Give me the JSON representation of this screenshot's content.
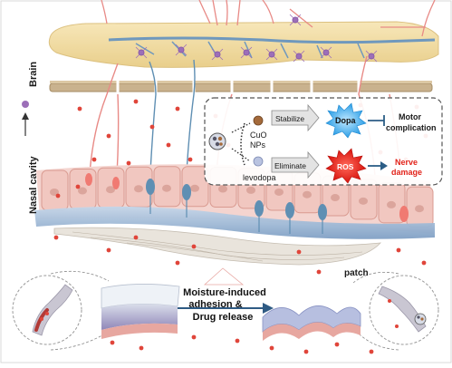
{
  "labels": {
    "brain": "Brain",
    "nasal_cavity": "Nasal cavity",
    "patch": "patch",
    "caption_line1": "Moisture-induced",
    "caption_line2": "adhesion &",
    "caption_line3": "Drug release"
  },
  "inset": {
    "cuo_line1": "CuO",
    "cuo_line2": "NPs",
    "levodopa": "levodopa",
    "stabilize": "Stabilize",
    "dopa": "Dopa",
    "motor_line1": "Motor",
    "motor_line2": "complication",
    "eliminate": "Eliminate",
    "ros": "ROS",
    "nerve_line1": "Nerve",
    "nerve_line2": "damage"
  },
  "colors": {
    "brain_fill": "#f3dfa8",
    "bone": "#c9b28e",
    "cell_fill": "#f1c7c0",
    "cell_stroke": "#d99a90",
    "neuron_blue": "#5f8fb3",
    "drug_red": "#e0453a",
    "dopa_blue": "#3aa8e8",
    "ros_red": "#e8201a",
    "nerve_text": "#e2231a",
    "mucus": "#a9c3dc",
    "text_dark": "#1a1a1a"
  }
}
